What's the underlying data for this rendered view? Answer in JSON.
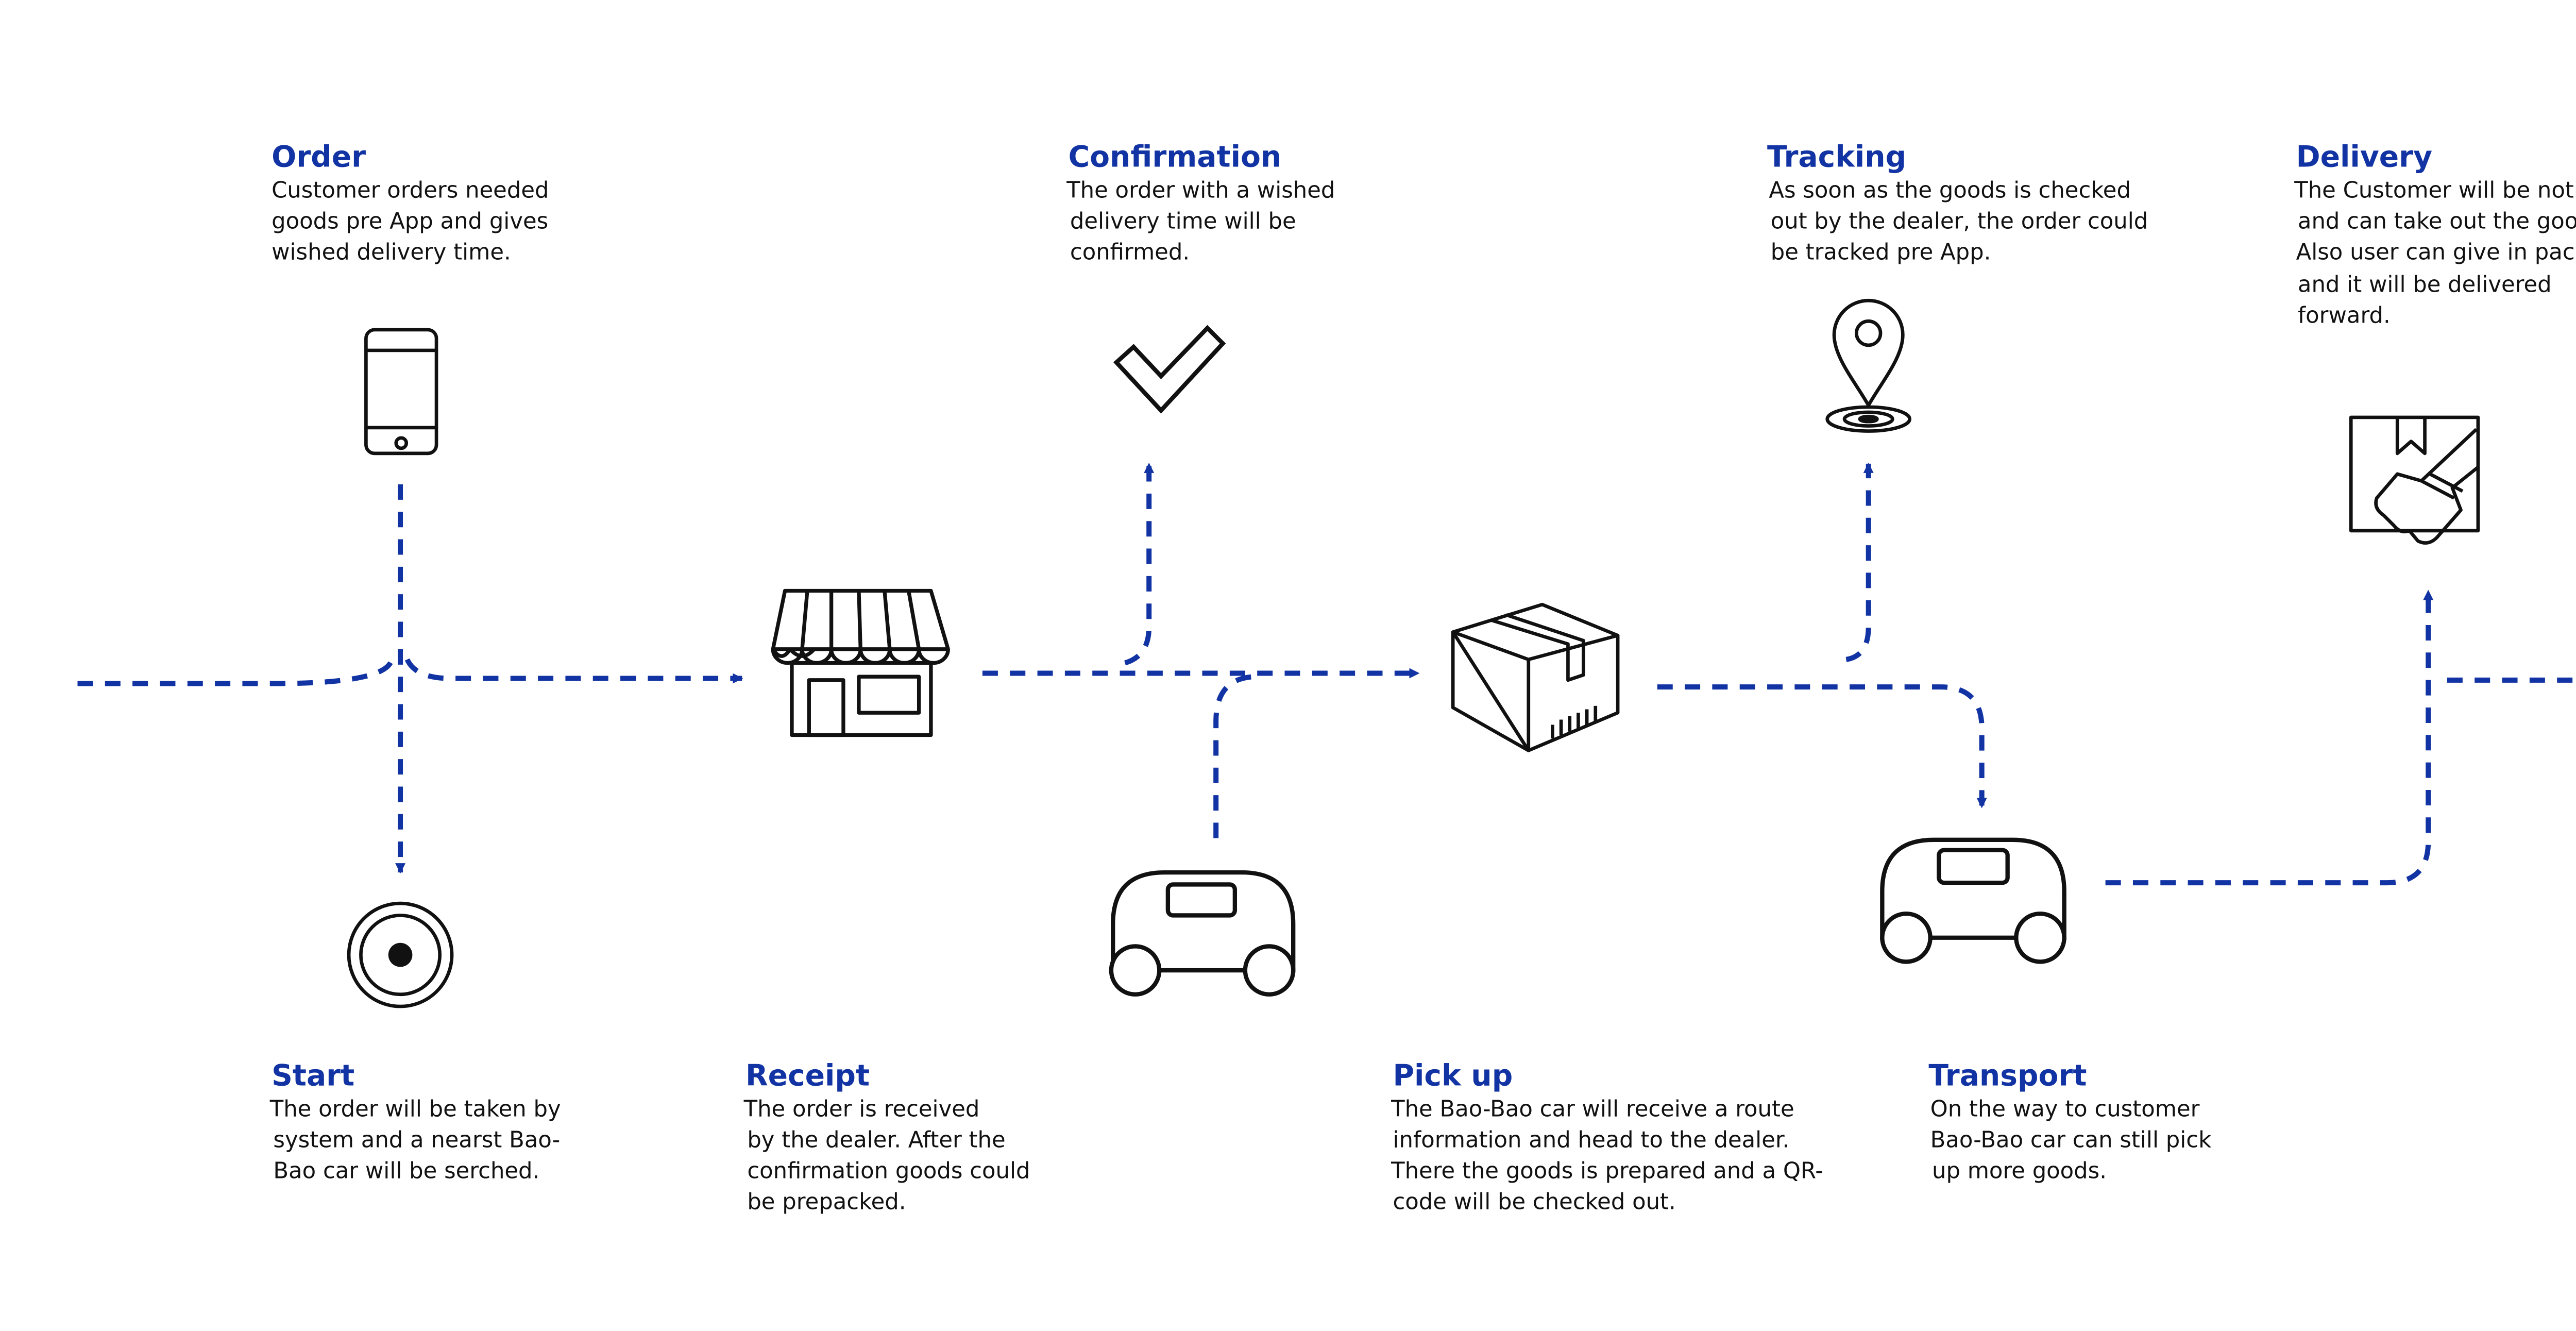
{
  "colors": {
    "accent": "#1233a3",
    "text": "#111111",
    "icon_stroke": "#111111",
    "background": "#ffffff"
  },
  "steps": {
    "order": {
      "title": "Order",
      "lines": [
        "Customer orders needed",
        "goods pre App and gives",
        "wished delivery time."
      ],
      "icon": "smartphone-icon"
    },
    "confirmation": {
      "title": "Confirmation",
      "lines": [
        "The order with a wished",
        "delivery time will be",
        "confirmed."
      ],
      "icon": "checkmark-icon"
    },
    "tracking": {
      "title": "Tracking",
      "lines": [
        "As soon as the goods is checked",
        "out by the dealer, the order could",
        "be tracked pre App."
      ],
      "icon": "location-pin-icon"
    },
    "delivery": {
      "title": "Delivery",
      "lines": [
        "The Customer will be notified",
        "and can take out the goods.",
        "Also user can give in package",
        "and it will be delivered",
        "forward."
      ],
      "icon": "hand-package-icon"
    },
    "start": {
      "title": "Start",
      "lines": [
        "The order will be taken by",
        "system and a nearst Bao-",
        "Bao car will be serched."
      ],
      "icon": "start-target-icon"
    },
    "receipt": {
      "title": "Receipt",
      "lines": [
        "The order is received",
        "by the dealer. After the",
        "confirmation goods could",
        "be prepacked."
      ],
      "icon": "store-icon"
    },
    "pickup": {
      "title": "Pick up",
      "lines": [
        "The Bao-Bao car will receive a route",
        "information and head to the dealer.",
        "There the goods is prepared and a QR-",
        "code will be checked out."
      ],
      "icon": "package-box-icon"
    },
    "transport": {
      "title": "Transport",
      "lines": [
        "On the way to customer",
        "Bao-Bao car can still pick",
        "up more goods."
      ],
      "icon": "bao-bao-car-icon"
    }
  }
}
